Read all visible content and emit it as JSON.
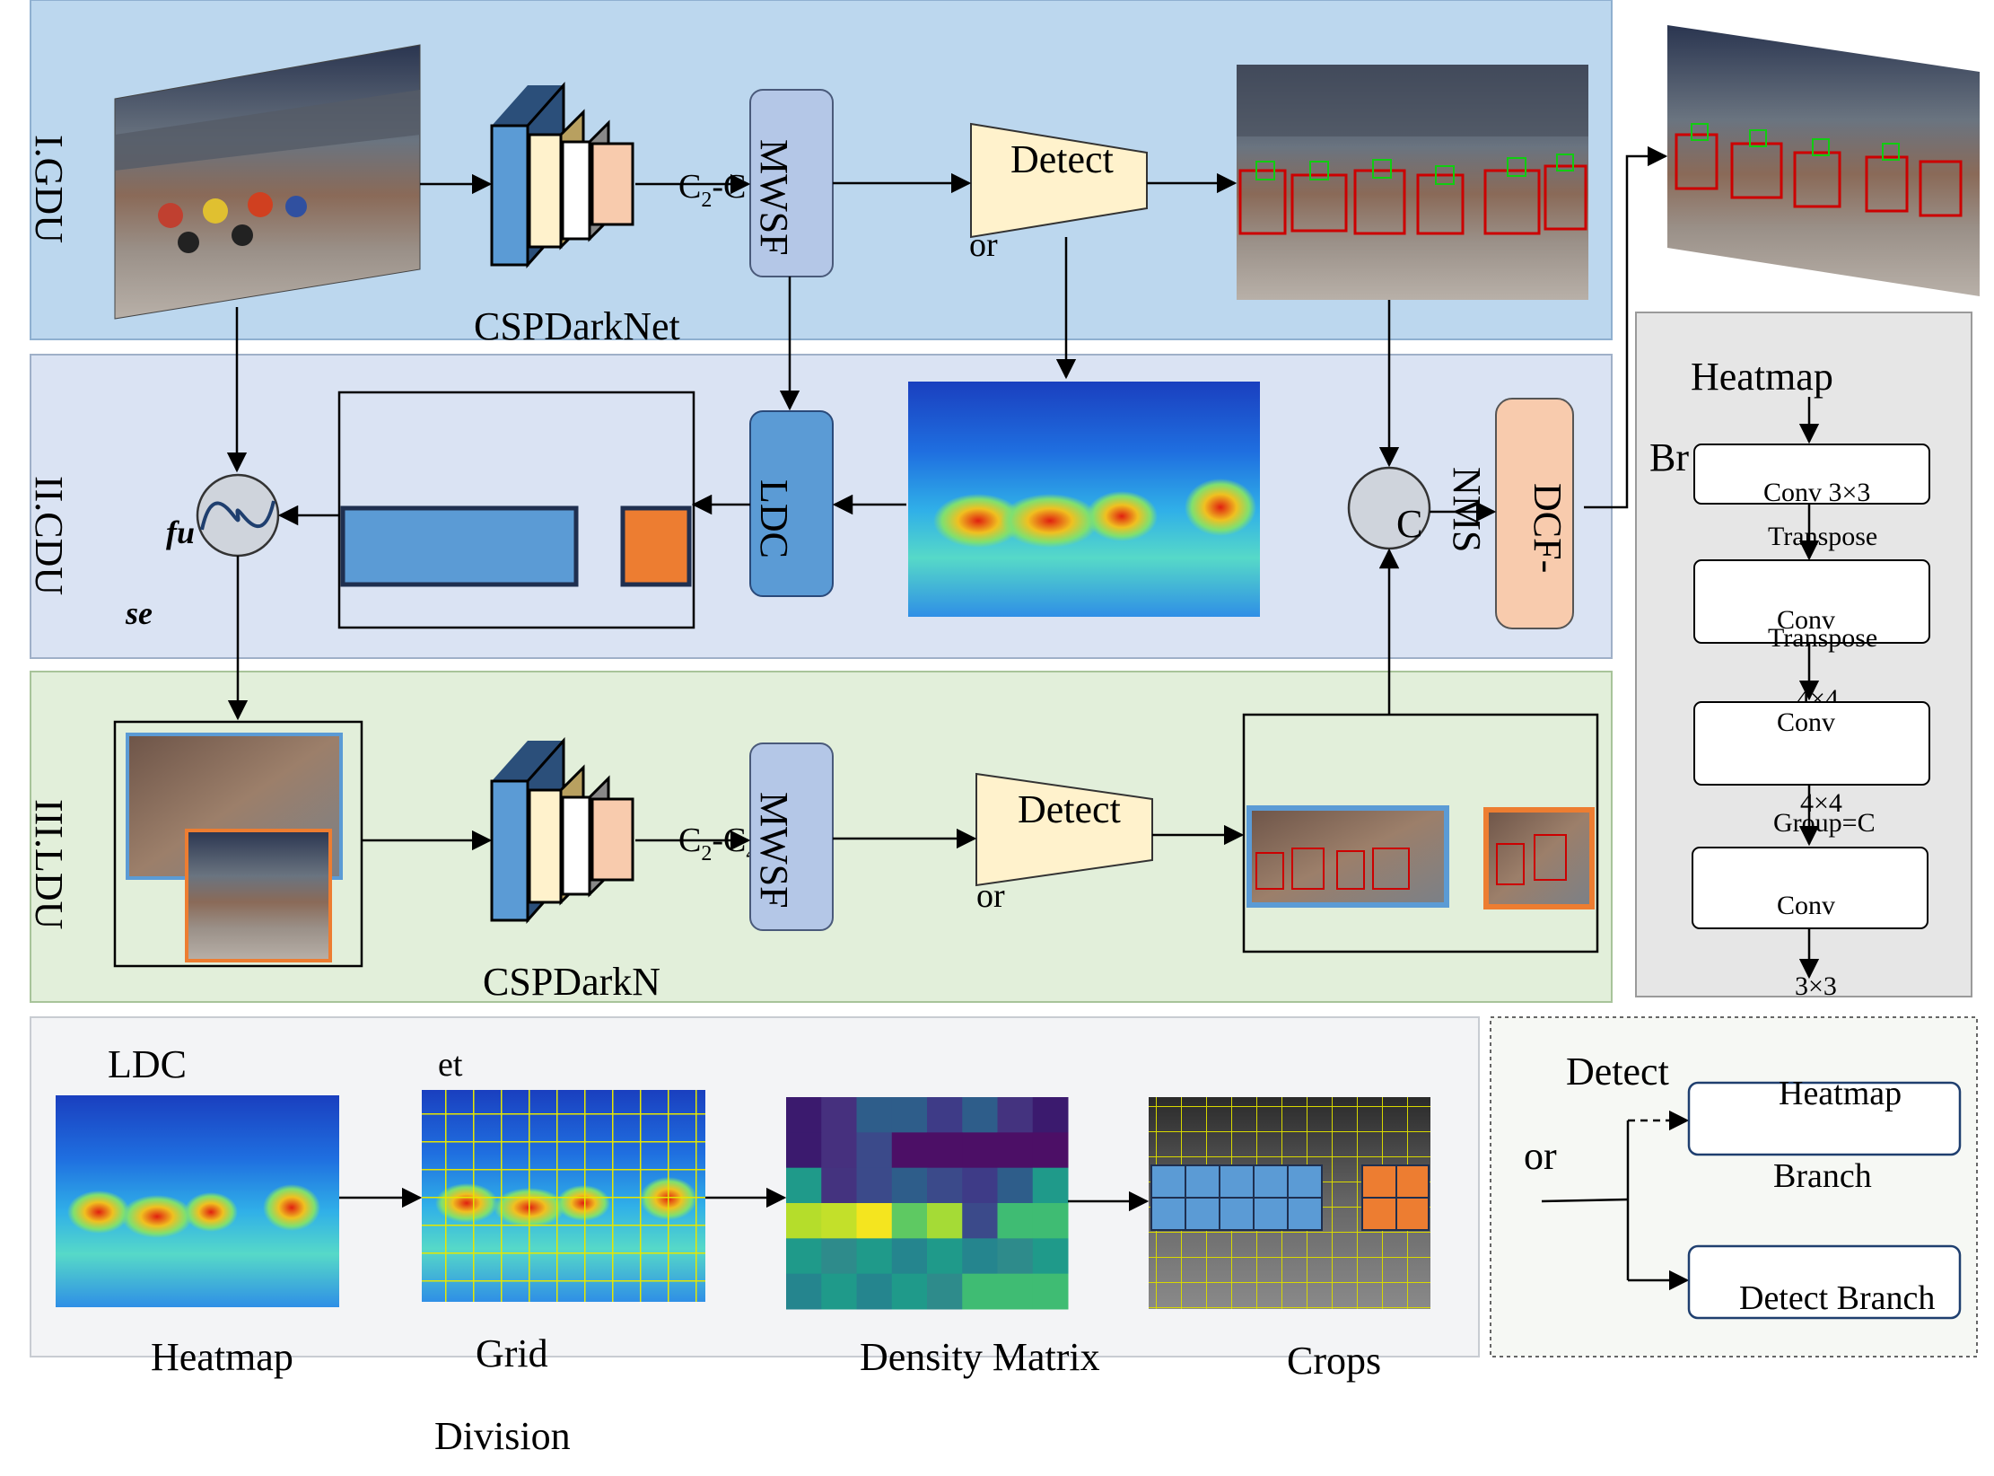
{
  "sections": {
    "gdu": "I.GDU",
    "cdu": "II.CDU",
    "ldu": "III.LDU"
  },
  "top": {
    "backbone": "CSPDarkNet",
    "c2_label": "C",
    "c2_sub": "2",
    "c2_tail": "-C",
    "mwsf": "MWSF",
    "detect": "Detect",
    "detect_or": "or"
  },
  "middle": {
    "ldc": "LDC",
    "fuse_a": "fu",
    "fuse_b": "se",
    "concat": "C",
    "nms": "NMS",
    "dcf": "DCF-"
  },
  "bottom_row": {
    "backbone": "CSPDarkN",
    "c2_label": "C",
    "c2_sub": "2",
    "c2_tail": "-C",
    "c2_tail_sub": "4",
    "mwsf": "MWSF",
    "detect": "Detect",
    "detect_or": "or"
  },
  "heatmap_panel": {
    "title": "Heatmap",
    "br": "Br",
    "blocks": [
      "Conv 3×3",
      "Conv",
      "Conv",
      "Conv"
    ],
    "between": [
      "Transpose",
      "Transpose",
      "4×4",
      "4×4",
      "Group=C",
      "3×3"
    ]
  },
  "ldc_panel": {
    "title": "LDC",
    "title_tail": "et",
    "steps": [
      "Heatmap",
      "Grid",
      "Density Matrix",
      "Crops"
    ],
    "grid_sub": "Division"
  },
  "detect_panel": {
    "title": "Detect",
    "or": "or",
    "branch_a_line1": "Heatmap",
    "branch_a_line2": "Branch",
    "branch_b": "Detect Branch"
  },
  "density_matrix": {
    "rows": [
      [
        "#3b1a6e",
        "#46307e",
        "#2e5d8a",
        "#2e5d8a",
        "#3e3b87",
        "#2e5d8a",
        "#44337f",
        "#3b1a6e"
      ],
      [
        "#3b1a6e",
        "#46307e",
        "#3b4a8a",
        "#4c0f66",
        "#4c0f66",
        "#4c0f66",
        "#4c0f66",
        "#4c0f66"
      ],
      [
        "#1f9a8a",
        "#44337f",
        "#3b4a8a",
        "#2e5d8a",
        "#3b4a8a",
        "#3e3b87",
        "#2e5d8a",
        "#1f9a8a"
      ],
      [
        "#b5dd2b",
        "#c3e02a",
        "#f4e51f",
        "#5ec962",
        "#a5db36",
        "#3b4a8a",
        "#3fbc73",
        "#3fbc73"
      ],
      [
        "#1f9a8a",
        "#2e8b8b",
        "#1f9a8a",
        "#25858e",
        "#1f9a8a",
        "#25858e",
        "#2e8b8b",
        "#1f9a8a"
      ],
      [
        "#25858e",
        "#1f9a8a",
        "#25858e",
        "#1f9a8a",
        "#2e8b8b",
        "#3fbc73",
        "#3fbc73",
        "#3fbc73"
      ]
    ]
  },
  "colors": {
    "gdu_bg": "#bcd7ee",
    "cdu_bg": "#dae3f3",
    "ldu_bg": "#e2efda",
    "mwsf": "#b4c7e7",
    "ldc": "#5b9bd5",
    "dcf": "#f8cbad",
    "detect": "#fff2cc",
    "crop_blue": "#5b9bd5",
    "crop_orange": "#ed7d31"
  }
}
